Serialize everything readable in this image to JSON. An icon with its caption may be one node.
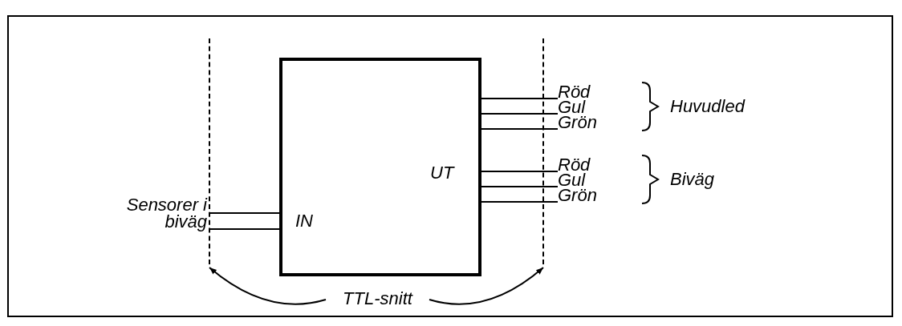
{
  "diagram": {
    "nodes": [
      {
        "text": [
          "IN",
          "UT"
        ]
      },
      {
        "text": [],
        "shape": "bar"
      },
      {
        "text": [],
        "shape": "bar"
      },
      {
        "text": [
          "Röd"
        ]
      },
      {
        "text": [
          "Gul"
        ]
      },
      {
        "text": [
          "Grön"
        ]
      },
      {
        "text": [
          "Röd"
        ]
      },
      {
        "text": [
          "Gul"
        ]
      },
      {
        "text": [
          "Grön"
        ]
      },
      {
        "text": [
          "Sensorer i biväg"
        ]
      },
      {
        "text": [
          "TTL-snitt"
        ]
      }
    ],
    "edges": [
      {
        "from": 0,
        "to": 3,
        "arrow": "none"
      },
      {
        "from": 0,
        "to": 4,
        "arrow": "none"
      },
      {
        "from": 0,
        "to": 5,
        "arrow": "none"
      },
      {
        "from": 0,
        "to": 6,
        "arrow": "none"
      },
      {
        "from": 0,
        "to": 7,
        "arrow": "none"
      },
      {
        "from": 0,
        "to": 8,
        "arrow": "none"
      },
      {
        "from": 9,
        "to": 0,
        "arrow": "none"
      },
      {
        "from": 9,
        "to": 0,
        "arrow": "none"
      },
      {
        "from": 10,
        "to": 1,
        "arrow": "to"
      },
      {
        "from": 10,
        "to": 2,
        "arrow": "to"
      }
    ],
    "labels": [
      "Huvudled",
      "Biväg"
    ]
  }
}
